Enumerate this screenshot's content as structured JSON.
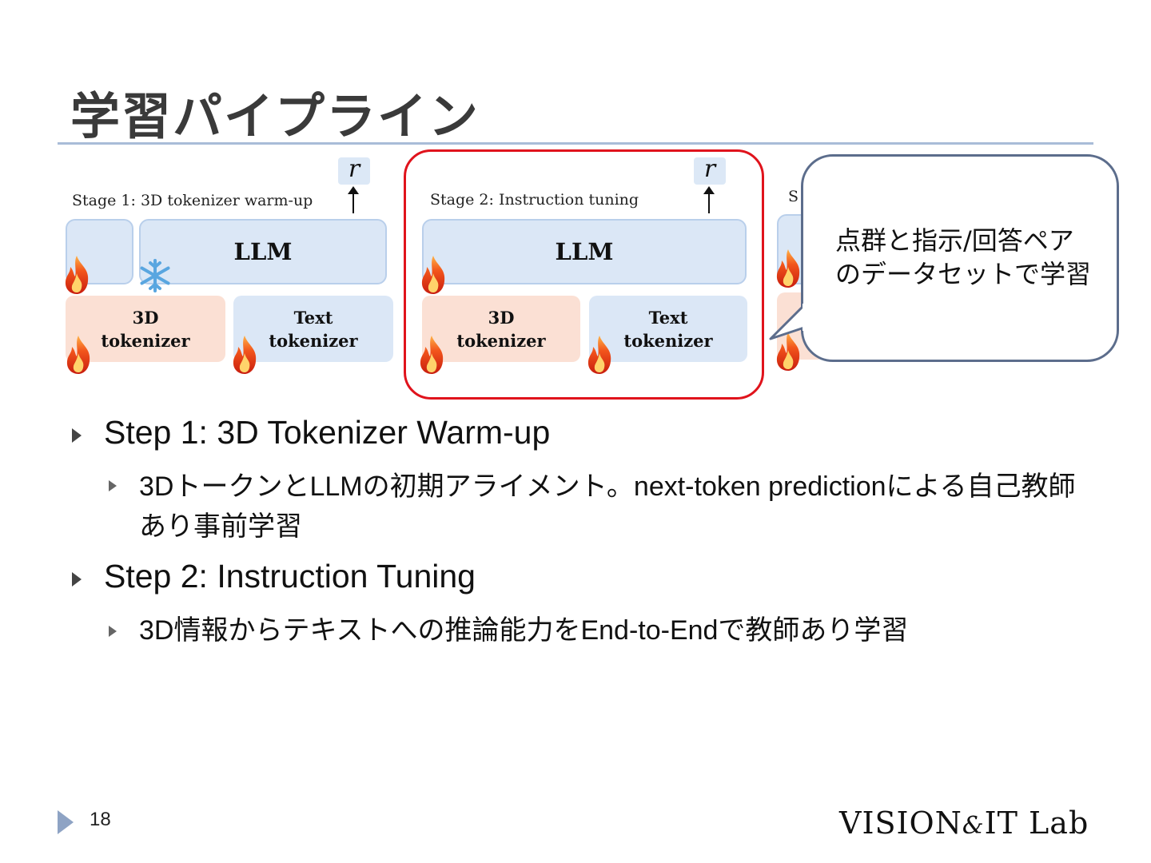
{
  "title": "学習パイプライン",
  "diagram": {
    "stage1": {
      "label": "Stage 1: 3D tokenizer warm-up",
      "r": "r",
      "llm": "LLM",
      "tok3d": "3D\ntokenizer",
      "toktext": "Text\ntokenizer"
    },
    "stage2": {
      "label": "Stage 2: Instruction tuning",
      "r": "r",
      "llm": "LLM",
      "tok3d": "3D\ntokenizer",
      "toktext": "Text\ntokenizer"
    },
    "stage3_partial_label": "S"
  },
  "callout": {
    "line1": "点群と指示/回答ペア",
    "line2": "のデータセットで学習"
  },
  "bullets": [
    {
      "text": "Step 1:  3D Tokenizer Warm-up",
      "sub": "3DトークンとLLMの初期アライメント。next-token predictionによる自己教師あり事前学習"
    },
    {
      "text": "Step 2:  Instruction Tuning",
      "sub": "3D情報からテキストへの推論能力をEnd-to-Endで教師あり学習"
    }
  ],
  "footer": {
    "page": "18",
    "logo_left": "VISION",
    "logo_amp": "&",
    "logo_right": "IT Lab"
  },
  "icons": {
    "flame": "flame-icon",
    "snowflake": "snowflake-icon",
    "bullet": "triangle-bullet-icon"
  },
  "colors": {
    "highlight": "#e0131c",
    "llm": "#dbe7f6",
    "tokenizer_3d": "#fbe0d4",
    "rule": "#a9bcd8"
  }
}
